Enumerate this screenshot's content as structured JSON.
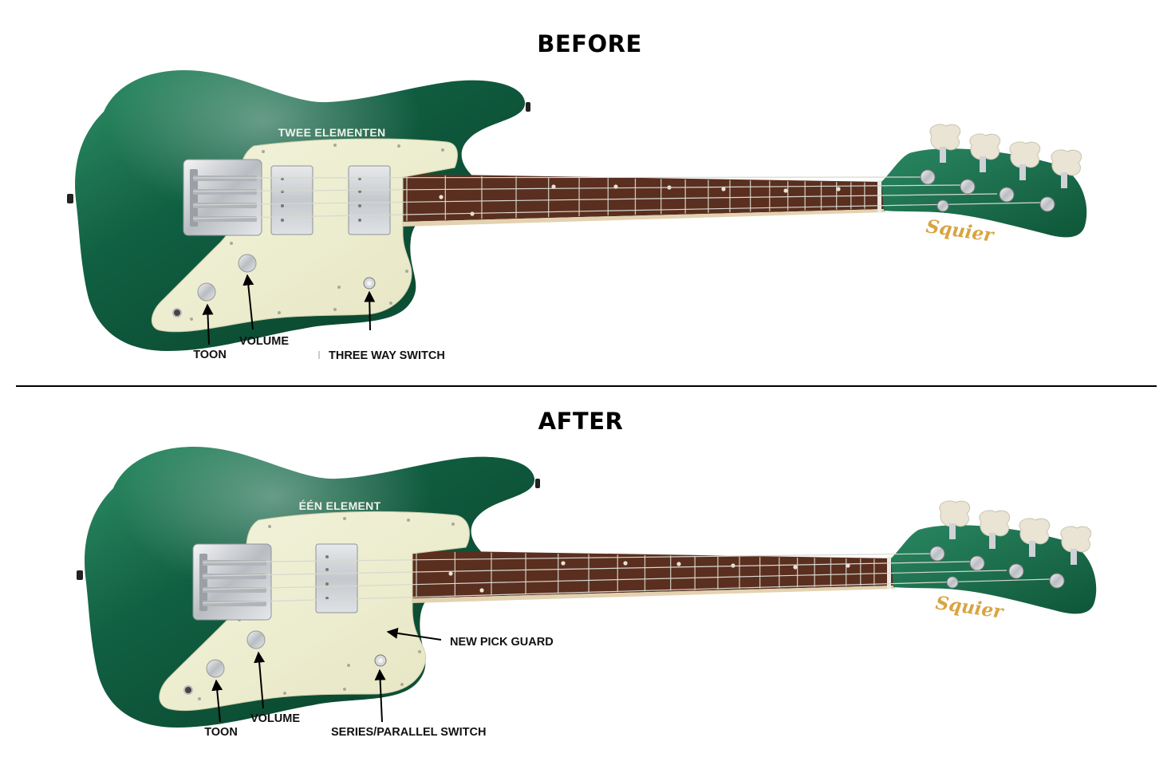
{
  "before": {
    "title": "BEFORE",
    "pickup_label": "TWEE ELEMENTEN",
    "callouts": {
      "toon": "TOON",
      "volume": "VOLUME",
      "switch": "THREE WAY SWITCH"
    },
    "pickup_count": 2
  },
  "after": {
    "title": "AFTER",
    "pickup_label": "ÉÉN ELEMENT",
    "callouts": {
      "toon": "TOON",
      "volume": "VOLUME",
      "switch": "SERIES/PARALLEL SWITCH",
      "pickguard": "NEW PICK GUARD"
    },
    "pickup_count": 1
  },
  "brand_logo": "Squier",
  "colors": {
    "body_green": "#0f5a3c",
    "body_highlight": "#2b8a63",
    "pickguard_cream": "#eeeecc",
    "fretboard": "#5a2f1f",
    "chrome": "#cfd2d6",
    "logo_gold": "#d9a441"
  }
}
